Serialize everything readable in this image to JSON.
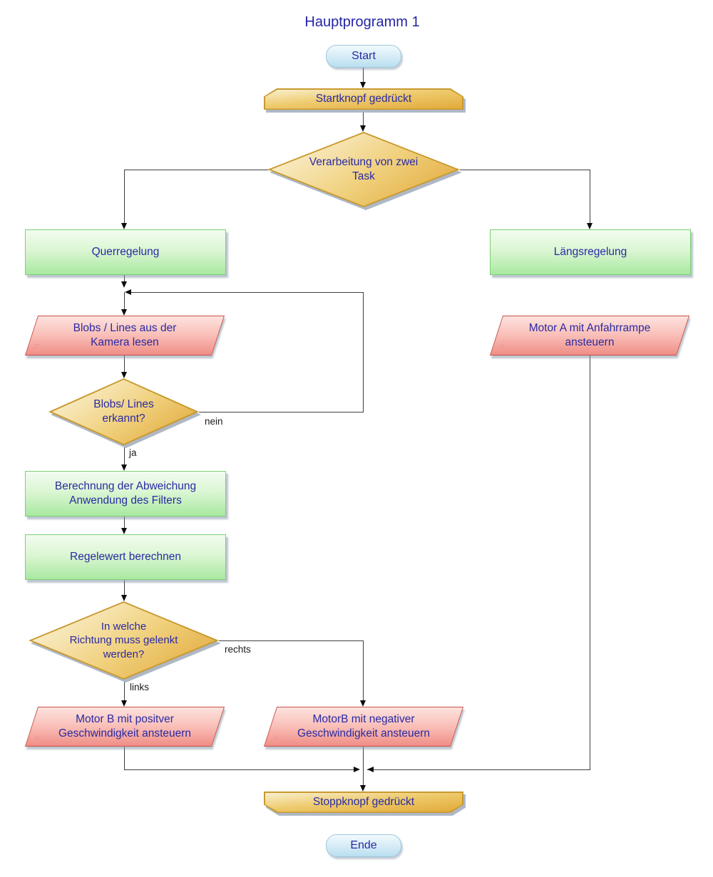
{
  "title": "Hauptprogramm 1",
  "colors": {
    "node_text": "#2a2aa4",
    "title_text": "#2424a8",
    "gold_fill": "#e2a938",
    "gold_border": "#c9992e",
    "green_fill": "#a8e9a0",
    "green_border": "#7ccf74",
    "pink_fill": "#ef8e86",
    "pink_border": "#c95049",
    "blue_fill": "#b9dff0",
    "blue_border": "#9fc7da",
    "connector": "#3f3f3f"
  },
  "nodes": {
    "start": {
      "label": "Start"
    },
    "startknopf": {
      "label": "Startknopf gedrückt"
    },
    "task_decision": {
      "label": [
        "Verarbeitung von zwei",
        "Task"
      ]
    },
    "querregelung": {
      "label": "Querregelung"
    },
    "laengsregelung": {
      "label": "Längsregelung"
    },
    "blobs_lesen": {
      "label": [
        "Blobs / Lines aus der",
        "Kamera lesen"
      ],
      "marker": "E"
    },
    "motor_a": {
      "label": [
        "Motor A mit Anfahrrampe",
        "ansteuern"
      ],
      "marker": "A"
    },
    "blobs_erkannt": {
      "label": [
        "Blobs/ Lines",
        "erkannt?"
      ]
    },
    "berechnung": {
      "label": [
        "Berechnung der Abweichung",
        "Anwendung des Filters"
      ]
    },
    "regelwert": {
      "label": "Regelewert berechnen"
    },
    "richtung": {
      "label": [
        "In welche",
        "Richtung muss gelenkt",
        "werden?"
      ]
    },
    "motor_b_pos": {
      "label": [
        "Motor B mit positver",
        "Geschwindigkeit ansteuern"
      ],
      "marker": "A"
    },
    "motor_b_neg": {
      "label": [
        "MotorB mit negativer",
        "Geschwindigkeit ansteuern"
      ],
      "marker": "A"
    },
    "stoppknopf": {
      "label": "Stoppknopf gedrückt"
    },
    "ende": {
      "label": "Ende"
    }
  },
  "edge_labels": {
    "nein": "nein",
    "ja": "ja",
    "links": "links",
    "rechts": "rechts"
  }
}
